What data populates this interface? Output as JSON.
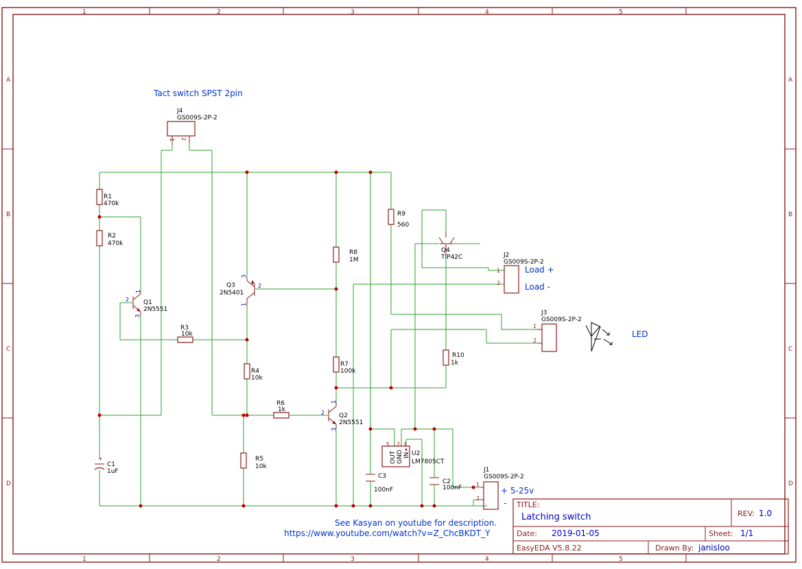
{
  "grid": {
    "columns": [
      "1",
      "2",
      "3",
      "4",
      "5"
    ],
    "rows": [
      "A",
      "B",
      "C",
      "D"
    ]
  },
  "notes": {
    "switch_label": "Tact switch SPST 2pin",
    "load_plus": "Load +",
    "load_minus": "Load -",
    "led_label": "LED",
    "supply_plus": "+ 5-25v",
    "supply_minus": "-",
    "youtube_line1": "See Kasyan on youtube for description.",
    "youtube_line2": "https://www.youtube.com/watch?v=Z_ChcBKDT_Y"
  },
  "components": {
    "J4": {
      "ref": "J4",
      "value": "GS009S-2P-2",
      "pin1": "1",
      "pin2": "2"
    },
    "J2": {
      "ref": "J2",
      "value": "GS009S-2P-2",
      "pin1": "1",
      "pin2": "2"
    },
    "J3": {
      "ref": "J3",
      "value": "GS009S-2P-2",
      "pin1": "1",
      "pin2": "2"
    },
    "J1": {
      "ref": "J1",
      "value": "GS009S-2P-2",
      "pin1": "1",
      "pin2": "2"
    },
    "R1": {
      "ref": "R1",
      "value": "470k"
    },
    "R2": {
      "ref": "R2",
      "value": "470k"
    },
    "R3": {
      "ref": "R3",
      "value": "10k"
    },
    "R4": {
      "ref": "R4",
      "value": "10k"
    },
    "R5": {
      "ref": "R5",
      "value": "10k"
    },
    "R6": {
      "ref": "R6",
      "value": "1k"
    },
    "R7": {
      "ref": "R7",
      "value": "100k"
    },
    "R8": {
      "ref": "R8",
      "value": "1M"
    },
    "R9": {
      "ref": "R9",
      "value": "560"
    },
    "R10": {
      "ref": "R10",
      "value": "1k"
    },
    "Q1": {
      "ref": "Q1",
      "value": "2N5551",
      "p1": "1",
      "p2": "2",
      "p3": "3"
    },
    "Q2": {
      "ref": "Q2",
      "value": "2N5551",
      "p1": "1",
      "p2": "2",
      "p3": "3"
    },
    "Q3": {
      "ref": "Q3",
      "value": "2N5401",
      "p1": "3",
      "p2": "2",
      "p3": "1"
    },
    "Q4": {
      "ref": "Q4",
      "value": "TIP42C"
    },
    "C1": {
      "ref": "C1",
      "value": "1uF",
      "polarity": "+"
    },
    "C2": {
      "ref": "C2",
      "value": "100nF"
    },
    "C3": {
      "ref": "C3",
      "value": "100nF"
    },
    "U2": {
      "ref": "U2",
      "value": "LM7805CT",
      "pin_out": "OUT",
      "pin_gnd": "GND",
      "pin_in": "IN",
      "n3": "3",
      "n2": "2",
      "n1": "1"
    }
  },
  "title_block": {
    "title_label": "TITLE:",
    "title": "Latching switch",
    "rev_label": "REV:",
    "rev": "1.0",
    "date_label": "Date:",
    "date": "2019-01-05",
    "sheet_label": "Sheet:",
    "sheet": "1/1",
    "tool": "EasyEDA V5.8.22",
    "drawn_label": "Drawn By:",
    "drawn_by": "janisloo"
  },
  "colors": {
    "frame": "#8b1a1a",
    "wire": "#2ca02c",
    "junction": "#c00000",
    "text_blue": "#0033cc"
  }
}
